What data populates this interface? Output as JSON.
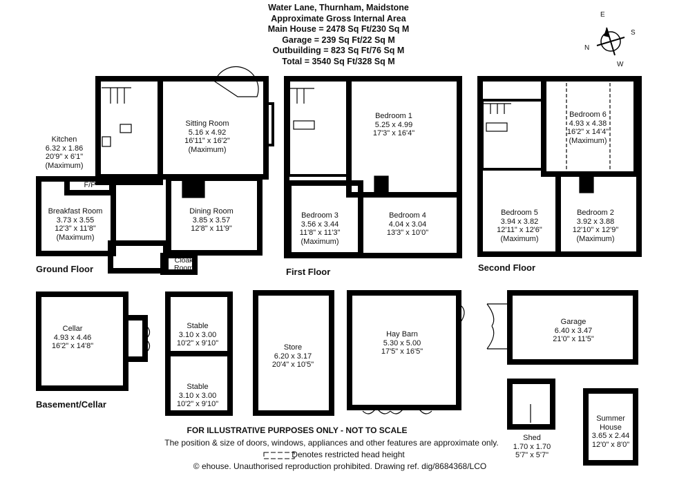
{
  "header": {
    "address": "Water Lane, Thurnham, Maidstone",
    "subtitle": "Approximate Gross Internal Area",
    "main_house": "Main House = 2478 Sq Ft/230 Sq M",
    "garage": "Garage = 239 Sq Ft/22 Sq M",
    "outbuilding": "Outbuilding = 823 Sq Ft/76 Sq M",
    "total": "Total = 3540 Sq Ft/328 Sq M"
  },
  "compass": {
    "n": "N",
    "e": "E",
    "s": "S",
    "w": "W"
  },
  "floors": {
    "ground": "Ground Floor",
    "first": "First Floor",
    "second": "Second Floor",
    "basement": "Basement/Cellar"
  },
  "rooms": {
    "kitchen": {
      "name": "Kitchen",
      "metric": "6.32 x 1.86",
      "imperial": "20'9\" x 6'1\"",
      "note": "(Maximum)"
    },
    "sitting": {
      "name": "Sitting Room",
      "metric": "5.16 x 4.92",
      "imperial": "16'11\" x 16'2\"",
      "note": "(Maximum)"
    },
    "breakfast": {
      "name": "Breakfast Room",
      "metric": "3.73 x 3.55",
      "imperial": "12'3\" x 11'8\"",
      "note": "(Maximum)"
    },
    "fp": "F/P",
    "dining": {
      "name": "Dining Room",
      "metric": "3.85 x 3.57",
      "imperial": "12'8\" x 11'9\""
    },
    "cloak": {
      "line1": "Cloak",
      "line2": "Room"
    },
    "bedroom1": {
      "name": "Bedroom 1",
      "metric": "5.25 x 4.99",
      "imperial": "17'3\" x 16'4\""
    },
    "bedroom3": {
      "name": "Bedroom 3",
      "metric": "3.56 x 3.44",
      "imperial": "11'8\" x 11'3\"",
      "note": "(Maximum)"
    },
    "bedroom4": {
      "name": "Bedroom 4",
      "metric": "4.04 x 3.04",
      "imperial": "13'3\" x 10'0\""
    },
    "bedroom6": {
      "name": "Bedroom 6",
      "metric": "4.93 x 4.38",
      "imperial": "16'2\" x 14'4\"",
      "note": "(Maximum)"
    },
    "bedroom5": {
      "name": "Bedroom 5",
      "metric": "3.94 x 3.82",
      "imperial": "12'11\" x 12'6\"",
      "note": "(Maximum)"
    },
    "bedroom2": {
      "name": "Bedroom 2",
      "metric": "3.92 x 3.88",
      "imperial": "12'10\" x 12'9\"",
      "note": "(Maximum)"
    },
    "cellar": {
      "name": "Cellar",
      "metric": "4.93 x 4.46",
      "imperial": "16'2\" x 14'8\""
    },
    "stable1": {
      "name": "Stable",
      "metric": "3.10 x 3.00",
      "imperial": "10'2\" x 9'10\""
    },
    "stable2": {
      "name": "Stable",
      "metric": "3.10 x 3.00",
      "imperial": "10'2\" x 9'10\""
    },
    "store": {
      "name": "Store",
      "metric": "6.20 x 3.17",
      "imperial": "20'4\" x 10'5\""
    },
    "haybarn": {
      "name": "Hay Barn",
      "metric": "5.30 x 5.00",
      "imperial": "17'5\" x 16'5\""
    },
    "garage": {
      "name": "Garage",
      "metric": "6.40 x 3.47",
      "imperial": "21'0\" x 11'5\""
    },
    "shed": {
      "name": "Shed",
      "metric": "1.70 x 1.70",
      "imperial": "5'7\" x 5'7\""
    },
    "summer": {
      "name1": "Summer",
      "name2": "House",
      "metric": "3.65 x 2.44",
      "imperial": "12'0\" x 8'0\""
    }
  },
  "footer": {
    "disclaimer": "FOR ILLUSTRATIVE PURPOSES ONLY - NOT TO SCALE",
    "note": "The position & size of doors, windows, appliances and other features are approximate only.",
    "legend": "Denotes restricted head height",
    "copyright": "© ehouse. Unauthorised reproduction prohibited. Drawing ref. dig/8684368/LCO"
  },
  "colors": {
    "wall": "#000000",
    "background": "#ffffff"
  }
}
